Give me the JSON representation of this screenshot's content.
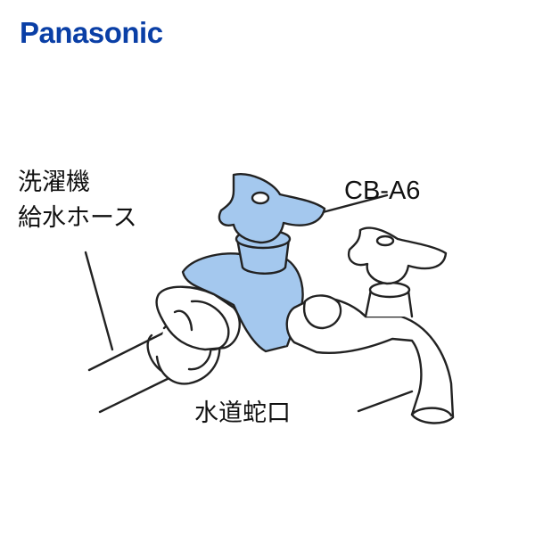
{
  "brand": {
    "logo_text": "Panasonic",
    "logo_color": "#0a3fa6"
  },
  "labels": {
    "hose_line1": "洗濯機",
    "hose_line2": "給水ホース",
    "part_number": "CB-A6",
    "faucet": "水道蛇口"
  },
  "colors": {
    "part_fill": "#a4c8ee",
    "outline": "#222222",
    "background": "#ffffff"
  }
}
